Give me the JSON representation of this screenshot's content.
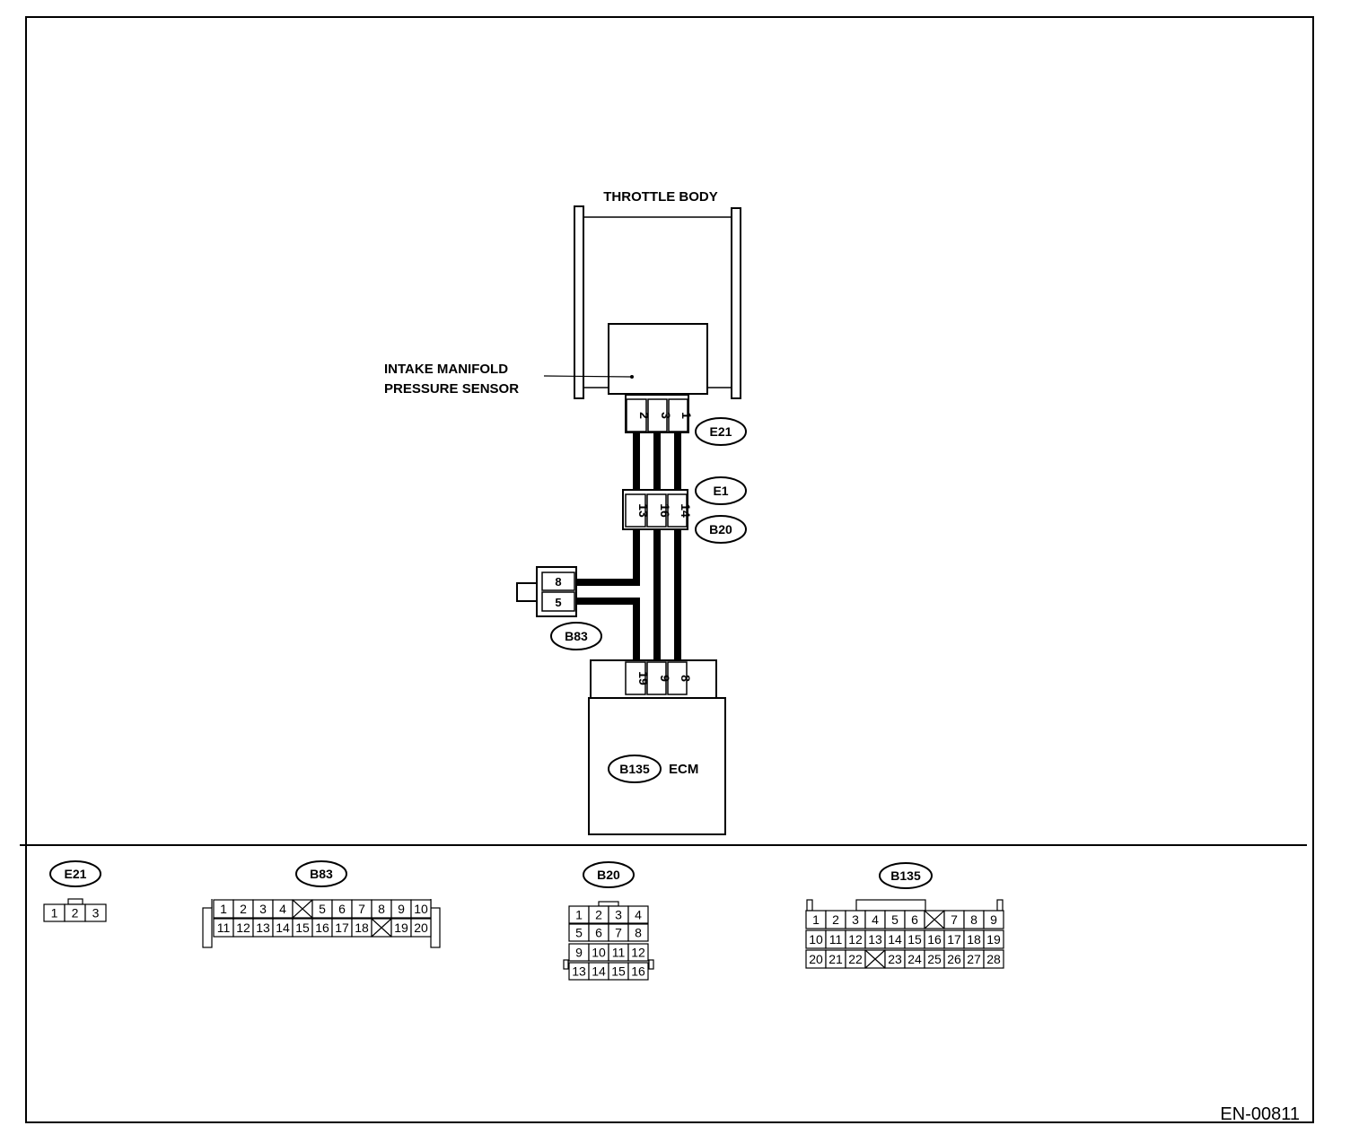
{
  "labels": {
    "throttle_body": "THROTTLE BODY",
    "sensor_line1": "INTAKE MANIFOLD",
    "sensor_line2": "PRESSURE SENSOR",
    "ecm": "ECM",
    "ref": "EN-00811"
  },
  "connectors": {
    "e21": "E21",
    "e1": "E1",
    "b20": "B20",
    "b83": "B83",
    "b135": "B135"
  },
  "pins": {
    "e21_top": [
      "2",
      "3",
      "1"
    ],
    "e1_b20": [
      "13",
      "16",
      "14"
    ],
    "b83": [
      "8",
      "5"
    ],
    "ecm": [
      "19",
      "9",
      "8"
    ]
  },
  "legend": {
    "e21": {
      "name": "E21",
      "row1": [
        "1",
        "2",
        "3"
      ]
    },
    "b83": {
      "name": "B83",
      "row1": [
        "1",
        "2",
        "3",
        "4",
        "",
        "5",
        "6",
        "7",
        "8",
        "9",
        "10"
      ],
      "row2": [
        "11",
        "12",
        "13",
        "14",
        "15",
        "16",
        "17",
        "18",
        "",
        "19",
        "20"
      ]
    },
    "b20": {
      "name": "B20",
      "row1": [
        "1",
        "2",
        "3",
        "4"
      ],
      "row2": [
        "5",
        "6",
        "7",
        "8"
      ],
      "row3": [
        "9",
        "10",
        "11",
        "12"
      ],
      "row4": [
        "13",
        "14",
        "15",
        "16"
      ]
    },
    "b135": {
      "name": "B135",
      "row1": [
        "1",
        "2",
        "3",
        "4",
        "5",
        "6",
        "",
        "7",
        "8",
        "9"
      ],
      "row2": [
        "10",
        "11",
        "12",
        "13",
        "14",
        "15",
        "16",
        "17",
        "18",
        "19"
      ],
      "row3": [
        "20",
        "21",
        "22",
        "",
        "23",
        "24",
        "25",
        "26",
        "27",
        "28"
      ]
    }
  }
}
